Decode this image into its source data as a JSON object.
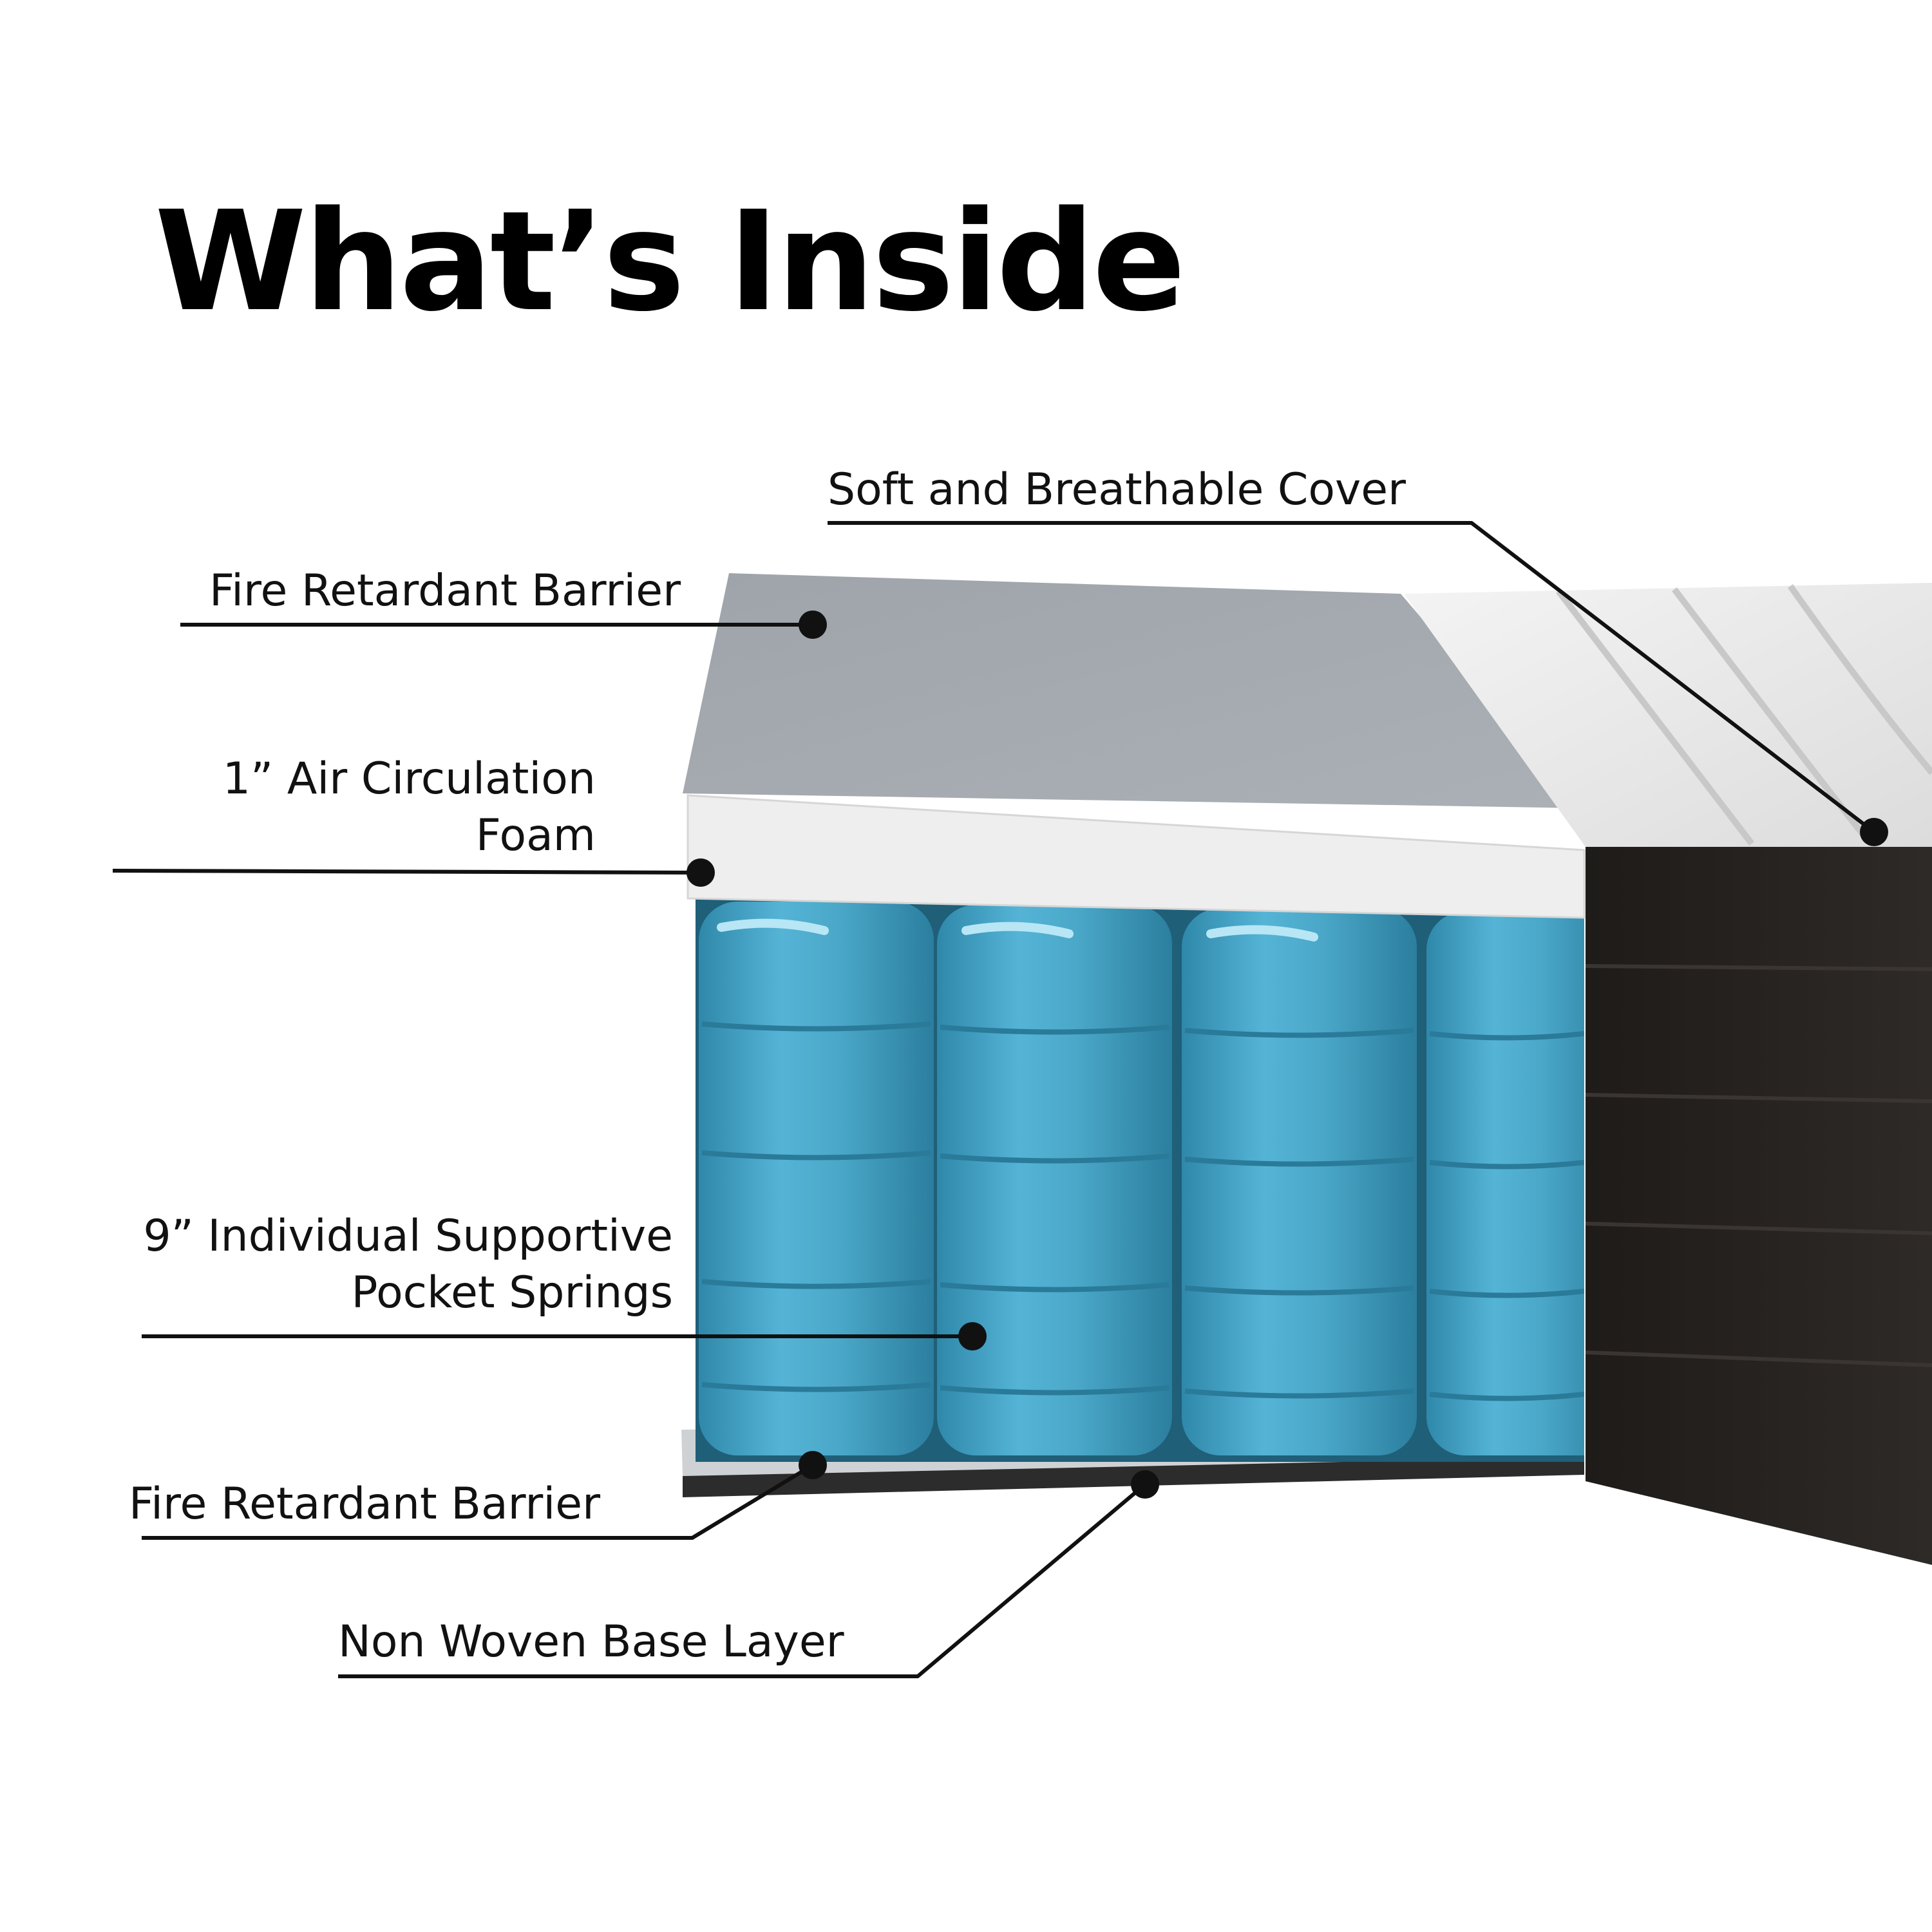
{
  "title": "What’s Inside",
  "layers": {
    "cover": {
      "label": "Soft and Breathable Cover"
    },
    "top_barrier": {
      "label": "Fire Retardant Barrier"
    },
    "foam": {
      "label_line1": "1” Air Circulation",
      "label_line2": "Foam"
    },
    "springs": {
      "label_line1": "9” Individual Supportive",
      "label_line2": "Pocket Springs"
    },
    "bottom_barrier": {
      "label": "Fire Retardant Barrier"
    },
    "base": {
      "label": "Non Woven Base Layer"
    }
  },
  "colors": {
    "barrier": "#a3a9ae",
    "foam": "#efefef",
    "spring": "#4aa7c8",
    "side_panel": "#2a2624",
    "cover_top": "#ececec",
    "line": "#111111"
  }
}
